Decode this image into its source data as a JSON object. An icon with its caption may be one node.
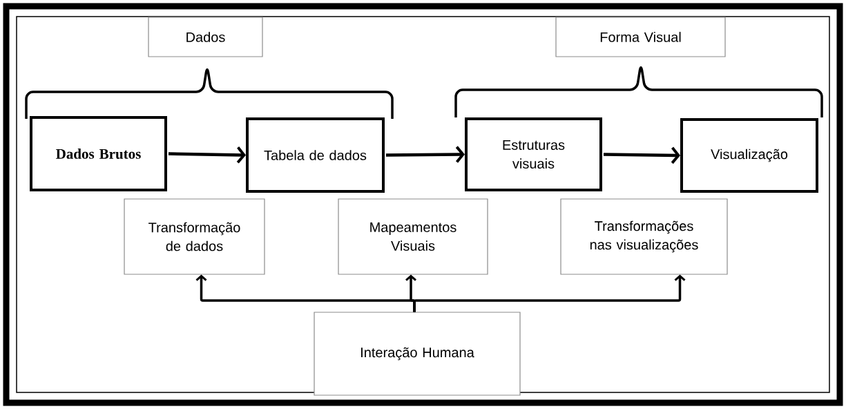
{
  "diagram": {
    "nodes": [
      {
        "text": [
          "Dados"
        ]
      },
      {
        "text": [
          "Forma Visual"
        ]
      },
      {
        "text": [
          "Dados Brutos"
        ]
      },
      {
        "text": [
          "Tabela de dados"
        ]
      },
      {
        "text": [
          "Estruturas visuais"
        ]
      },
      {
        "text": [
          "Visualização"
        ]
      },
      {
        "text": [
          "Transformação de dados"
        ]
      },
      {
        "text": [
          "Mapeamentos Visuais"
        ]
      },
      {
        "text": [
          "Transformações nas visualizações"
        ]
      },
      {
        "text": [
          "Interação Humana"
        ]
      }
    ],
    "edges": [
      {
        "from": 2,
        "to": 3,
        "arrow": "to"
      },
      {
        "from": 3,
        "to": 4,
        "arrow": "to"
      },
      {
        "from": 4,
        "to": 5,
        "arrow": "to"
      },
      {
        "from": 9,
        "to": 6,
        "arrow": "to"
      },
      {
        "from": 9,
        "to": 7,
        "arrow": "to"
      },
      {
        "from": 9,
        "to": 8,
        "arrow": "to"
      }
    ]
  }
}
